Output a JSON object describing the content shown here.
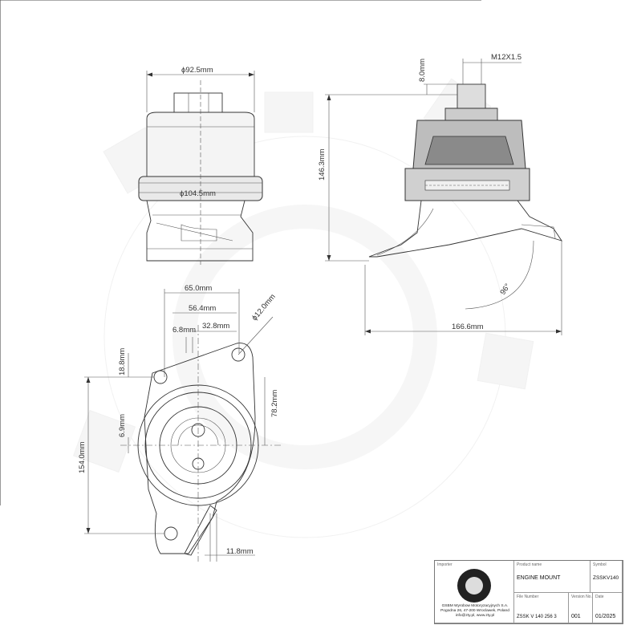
{
  "dimensions": {
    "d_top": "ϕ92.5mm",
    "d_flange": "ϕ104.5mm",
    "thread": "M12X1.5",
    "h_8": "8.0mm",
    "h_146": "146.3mm",
    "angle": "96°",
    "w_166": "166.6mm",
    "w_65": "65.0mm",
    "w_56": "56.4mm",
    "w_32": "32.8mm",
    "w_68": "6.8mm",
    "d_hole": "ϕ12.0mm",
    "h_188": "18.8mm",
    "h_78": "78.2mm",
    "h_69": "6.9mm",
    "h_154": "154.0mm",
    "w_118": "11.8mm"
  },
  "titleblock": {
    "importer_label": "Importer",
    "product_label": "Product name",
    "product_value": "ENGINE MOUNT",
    "symbol_label": "Symbol",
    "symbol_value": "ZSSKV140",
    "company_line1": "GSBM Wyrobow Motoryzacyjnych S.A.",
    "company_line2": "Pogodna 26, 47-200 Wroclawek, Poland",
    "company_line3": "info@zty.pl, www.zty.pl",
    "doc_label": "File Number",
    "doc_value": "ZSSK V 140 256 3",
    "rev_label": "Version No.",
    "rev_value": "001",
    "date_label": "Date",
    "date_value": "01/2025"
  }
}
